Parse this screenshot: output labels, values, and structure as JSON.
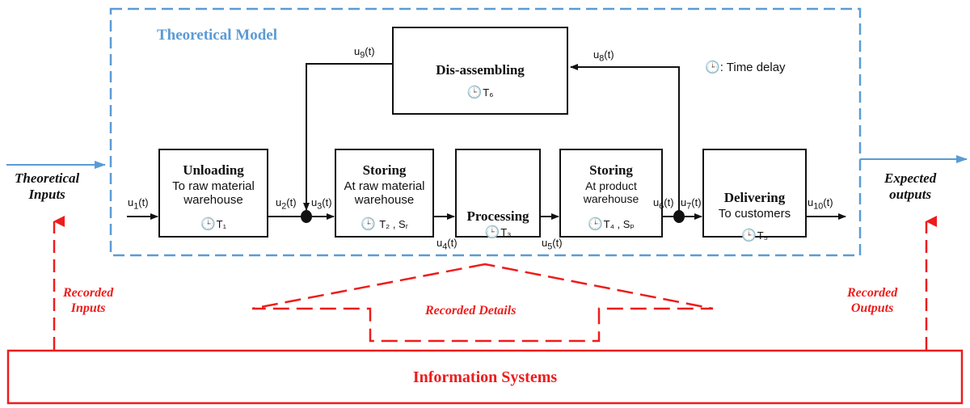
{
  "model_title": "Theoretical Model",
  "legend": {
    "icon": "clock-icon",
    "label": ": Time delay"
  },
  "inputs_label": "Theoretical\nInputs",
  "outputs_label": "Expected\noutputs",
  "recorded_inputs": "Recorded\nInputs",
  "recorded_outputs": "Recorded\nOutputs",
  "recorded_details": "Recorded Details",
  "info_systems": "Information Systems",
  "boxes": {
    "unloading": {
      "title": "Unloading",
      "sub": "To raw material\nwarehouse",
      "delay": "T₁"
    },
    "storing_raw": {
      "title": "Storing",
      "sub": "At raw material\nwarehouse",
      "delay": "T₂ , Sᵣ"
    },
    "processing": {
      "title": "Processing",
      "delay": "T₃"
    },
    "storing_product": {
      "title": "Storing",
      "sub": "At product\nwarehouse",
      "delay": "T₄ , Sₚ"
    },
    "delivering": {
      "title": "Delivering",
      "sub": "To customers",
      "delay": "T₅"
    },
    "disassembling": {
      "title": "Dis-assembling",
      "delay": "T₆"
    }
  },
  "signals": {
    "u1": {
      "base": "u",
      "sub": "1"
    },
    "u2": {
      "base": "u",
      "sub": "2"
    },
    "u3": {
      "base": "u",
      "sub": "3"
    },
    "u4": {
      "base": "u",
      "sub": "4"
    },
    "u5": {
      "base": "u",
      "sub": "5"
    },
    "u6": {
      "base": "u",
      "sub": "6"
    },
    "u7": {
      "base": "u",
      "sub": "7"
    },
    "u8": {
      "base": "u",
      "sub": "8"
    },
    "u9": {
      "base": "u",
      "sub": "9"
    },
    "u10": {
      "base": "u",
      "sub": "10"
    },
    "arg": "(t)"
  },
  "colors": {
    "blue": "#5b9bd5",
    "red": "#ee1c1c",
    "black": "#111111"
  }
}
